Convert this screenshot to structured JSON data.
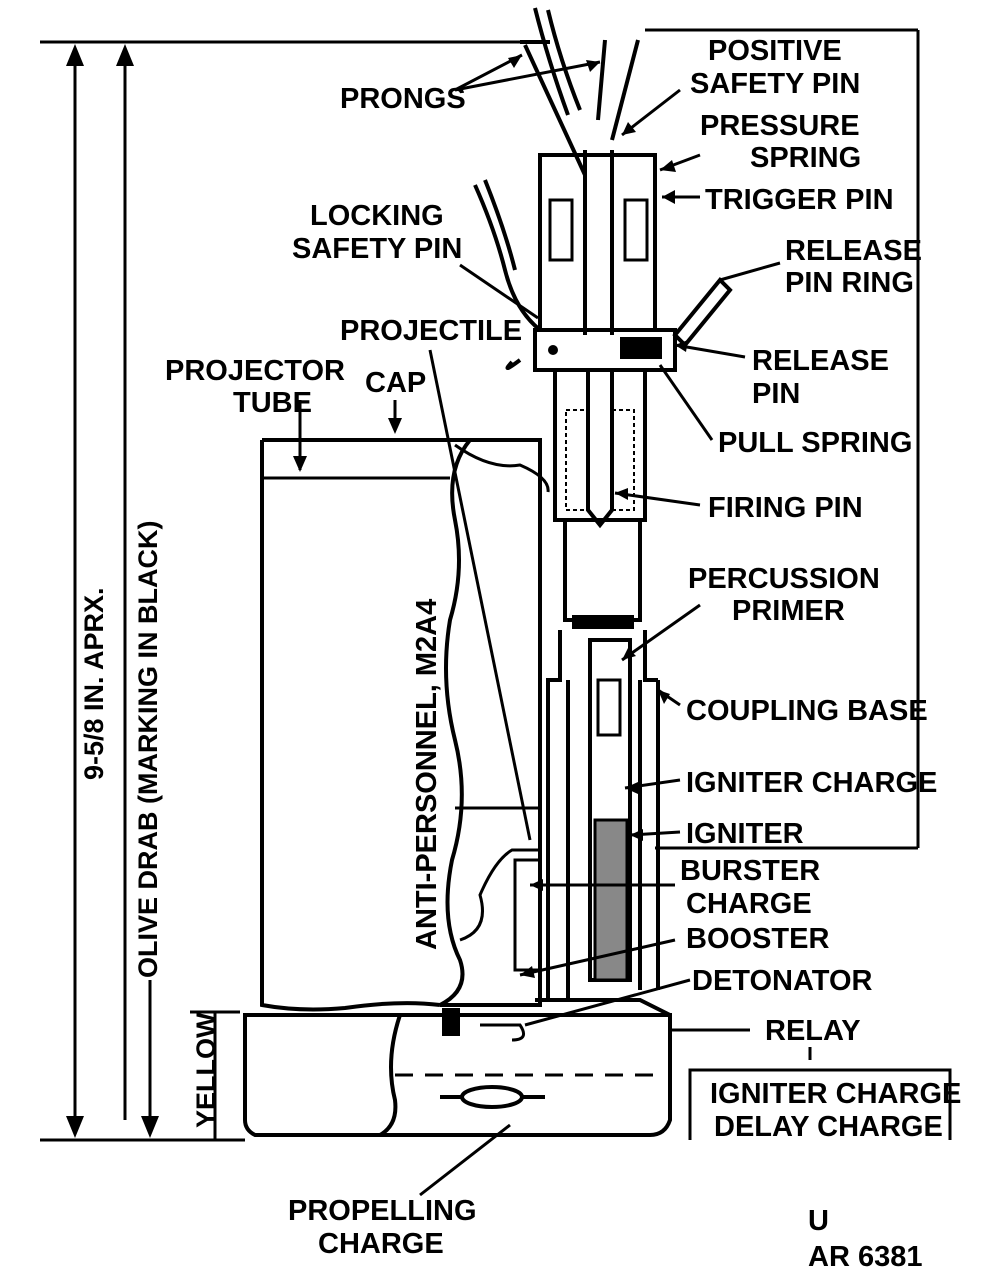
{
  "figure": {
    "labels": {
      "prongs": "PRONGS",
      "positive_safety_pin_1": "POSITIVE",
      "positive_safety_pin_2": "SAFETY PIN",
      "pressure_spring_1": "PRESSURE",
      "pressure_spring_2": "SPRING",
      "trigger_pin": "TRIGGER PIN",
      "locking_safety_pin_1": "LOCKING",
      "locking_safety_pin_2": "SAFETY PIN",
      "release_pin_ring_1": "RELEASE",
      "release_pin_ring_2": "PIN RING",
      "projectile": "PROJECTILE",
      "projector_tube_1": "PROJECTOR",
      "projector_tube_2": "TUBE",
      "cap": "CAP",
      "release_pin_1": "RELEASE",
      "release_pin_2": "PIN",
      "pull_spring": "PULL SPRING",
      "firing_pin": "FIRING PIN",
      "percussion_primer_1": "PERCUSSION",
      "percussion_primer_2": "PRIMER",
      "coupling_base": "COUPLING BASE",
      "igniter_charge": "IGNITER CHARGE",
      "igniter": "IGNITER",
      "burster_charge_1": "BURSTER",
      "burster_charge_2": "CHARGE",
      "booster": "BOOSTER",
      "detonator": "DETONATOR",
      "relay": "RELAY",
      "igniter_charge_box": "IGNITER CHARGE",
      "delay_charge_box": "DELAY CHARGE",
      "propelling_charge_1": "PROPELLING",
      "propelling_charge_2": "CHARGE",
      "body_marking": "ANTI-PERSONNEL, M2A4",
      "overall_height": "9-5/8 IN. APRX.",
      "body_color": "OLIVE DRAB (MARKING IN BLACK)",
      "base_color": "YELLOW",
      "figure_id_1": "U",
      "figure_id_2": "AR 6381"
    }
  }
}
